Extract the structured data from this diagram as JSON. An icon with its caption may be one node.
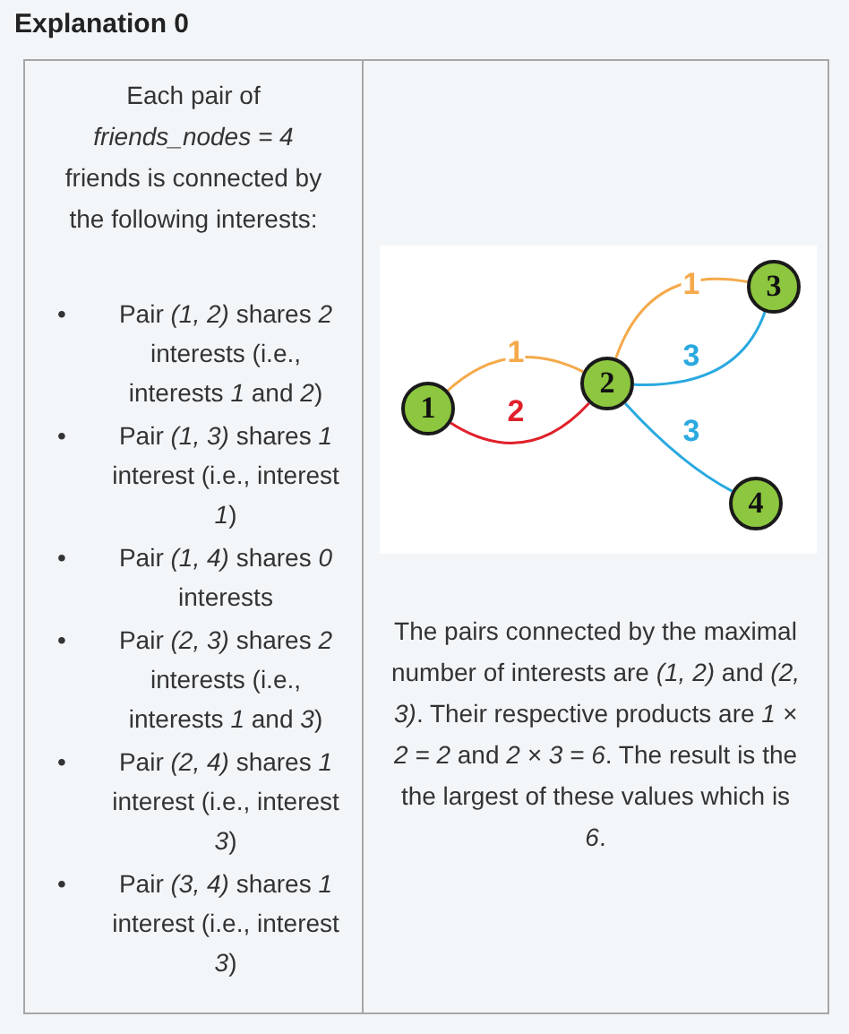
{
  "diagram": {
    "title": "Explanation 0",
    "nodes": [
      {
        "text": [
          "1"
        ]
      },
      {
        "text": [
          "2"
        ]
      },
      {
        "text": [
          "3"
        ]
      },
      {
        "text": [
          "4"
        ]
      }
    ],
    "edges": [
      {
        "from": 0,
        "to": 1,
        "arrow": "none",
        "label": "1",
        "color": "#f5a94a"
      },
      {
        "from": 0,
        "to": 1,
        "arrow": "none",
        "label": "2",
        "color": "#e0202a"
      },
      {
        "from": 1,
        "to": 2,
        "arrow": "none",
        "label": "1",
        "color": "#f5a94a"
      },
      {
        "from": 1,
        "to": 2,
        "arrow": "none",
        "label": "3",
        "color": "#29a9e0"
      },
      {
        "from": 1,
        "to": 3,
        "arrow": "none",
        "label": "3",
        "color": "#29a9e0"
      }
    ],
    "labels": [
      "Each pair of *friends_nodes = 4* friends is connected by the following interests:",
      "•",
      "Pair *(1, 2)* shares *2* interests (i.e., interests *1* and *2*)",
      "•",
      "Pair *(1, 3)* shares *1* interest (i.e., interest *1*)",
      "•",
      "Pair *(1, 4)* shares *0* interests",
      "•",
      "Pair *(2, 3)* shares *2* interests (i.e., interests *1* and *3*)",
      "•",
      "Pair *(2, 4)* shares *1* interest (i.e., interest *3*)",
      "•",
      "Pair *(3, 4)* shares *1* interest (i.e., interest *3*)",
      "The pairs connected by the maximal number of interests are *(1, 2)* and *(2, 3)*. Their respective products are *1 × 2 = 2* and *2 × 3 = 6*. The result is the the largest of these values which is *6*."
    ]
  }
}
